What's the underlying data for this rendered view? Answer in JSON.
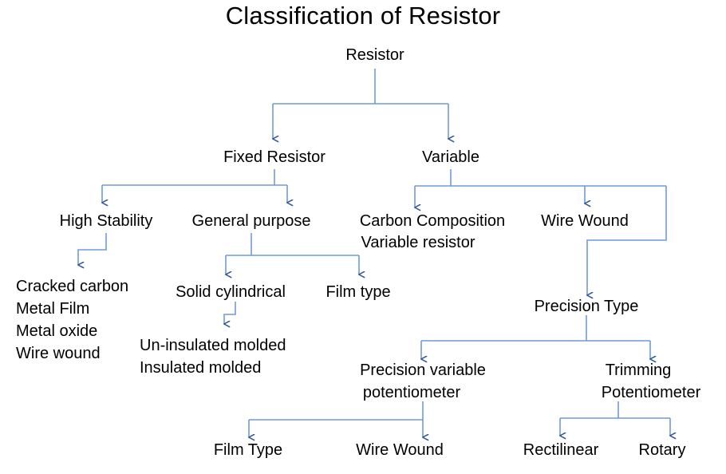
{
  "title": "Classification of Resistor",
  "colors": {
    "line": "#6f9bd8",
    "arrow": "#2e5596",
    "text": "#000000",
    "background": "#ffffff"
  },
  "nodes": {
    "root": "Resistor",
    "fixed_resistor": "Fixed Resistor",
    "variable": "Variable",
    "high_stability": "High Stability",
    "general_purpose": "General purpose",
    "carbon_composition_line1": "Carbon Composition",
    "carbon_composition_line2": "Variable resistor",
    "wire_wound_variable": "Wire Wound",
    "solid_cylindrical": "Solid cylindrical",
    "film_type_fixed": "Film type",
    "precision_type": "Precision Type",
    "precision_variable_line1": "Precision variable",
    "precision_variable_line2": "potentiometer",
    "trimming_line1": "Trimming",
    "trimming_line2": "Potentiometer",
    "film_type_leaf": "Film Type",
    "wire_wound_leaf": "Wire Wound",
    "rectilinear": "Rectilinear",
    "rotary": "Rotary"
  },
  "leaf_groups": {
    "high_stability_items": [
      "Cracked carbon",
      "Metal Film",
      "Metal oxide",
      "Wire wound"
    ],
    "solid_cylindrical_items": [
      "Un-insulated molded",
      "Insulated molded"
    ]
  },
  "chart_data": {
    "type": "tree-diagram",
    "title": "Classification of Resistor",
    "root": "Resistor",
    "edges": [
      {
        "from": "Resistor",
        "to": "Fixed Resistor"
      },
      {
        "from": "Resistor",
        "to": "Variable"
      },
      {
        "from": "Fixed Resistor",
        "to": "High Stability"
      },
      {
        "from": "Fixed Resistor",
        "to": "General purpose"
      },
      {
        "from": "High Stability",
        "to": "Cracked carbon"
      },
      {
        "from": "High Stability",
        "to": "Metal Film"
      },
      {
        "from": "High Stability",
        "to": "Metal oxide"
      },
      {
        "from": "High Stability",
        "to": "Wire wound"
      },
      {
        "from": "General purpose",
        "to": "Solid cylindrical"
      },
      {
        "from": "General purpose",
        "to": "Film type"
      },
      {
        "from": "Solid cylindrical",
        "to": "Un-insulated molded"
      },
      {
        "from": "Solid cylindrical",
        "to": "Insulated molded"
      },
      {
        "from": "Variable",
        "to": "Carbon Composition Variable resistor"
      },
      {
        "from": "Variable",
        "to": "Wire Wound"
      },
      {
        "from": "Wire Wound",
        "to": "Precision Type"
      },
      {
        "from": "Precision Type",
        "to": "Precision variable potentiometer"
      },
      {
        "from": "Precision Type",
        "to": "Trimming Potentiometer"
      },
      {
        "from": "Precision variable potentiometer",
        "to": "Film Type"
      },
      {
        "from": "Precision variable potentiometer",
        "to": "Wire Wound"
      },
      {
        "from": "Trimming Potentiometer",
        "to": "Rectilinear"
      },
      {
        "from": "Trimming Potentiometer",
        "to": "Rotary"
      }
    ]
  }
}
